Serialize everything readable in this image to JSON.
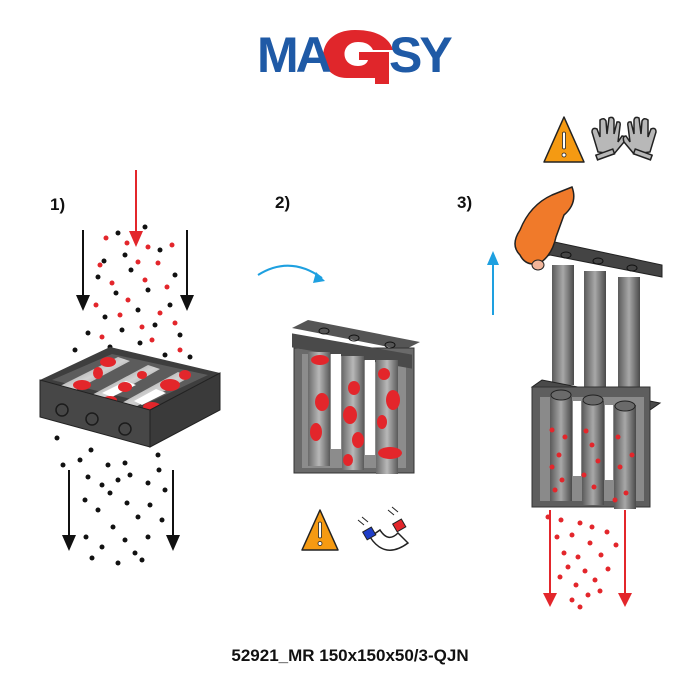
{
  "logo": {
    "text_left": "MA",
    "text_mid": "G",
    "text_right": "SY",
    "colors": {
      "blue": "#1f5aa6",
      "red": "#e0262b"
    }
  },
  "steps": [
    {
      "label": "1)",
      "description": "Material with ferrous particles flows through magnetic grate; particles captured on magnetic bars"
    },
    {
      "label": "2)",
      "description": "Grate removed; ferrous contamination held on bars",
      "icons": [
        "warning-icon",
        "magnet-icon"
      ]
    },
    {
      "label": "3)",
      "description": "Bars pulled out of sleeves by gloved hand; contamination falls off",
      "icons": [
        "warning-icon",
        "gloves-icon"
      ]
    }
  ],
  "caption": "52921_MR 150x150x50/3-QJN",
  "colors": {
    "steel_dark": "#4a4a4a",
    "steel_light": "#9a9a9a",
    "contamination_red": "#e3262b",
    "arrow_blue": "#1ea0e0",
    "warning_orange": "#f59a12",
    "hand_orange": "#f07a2a",
    "glove_gray": "#b8b8b8"
  }
}
